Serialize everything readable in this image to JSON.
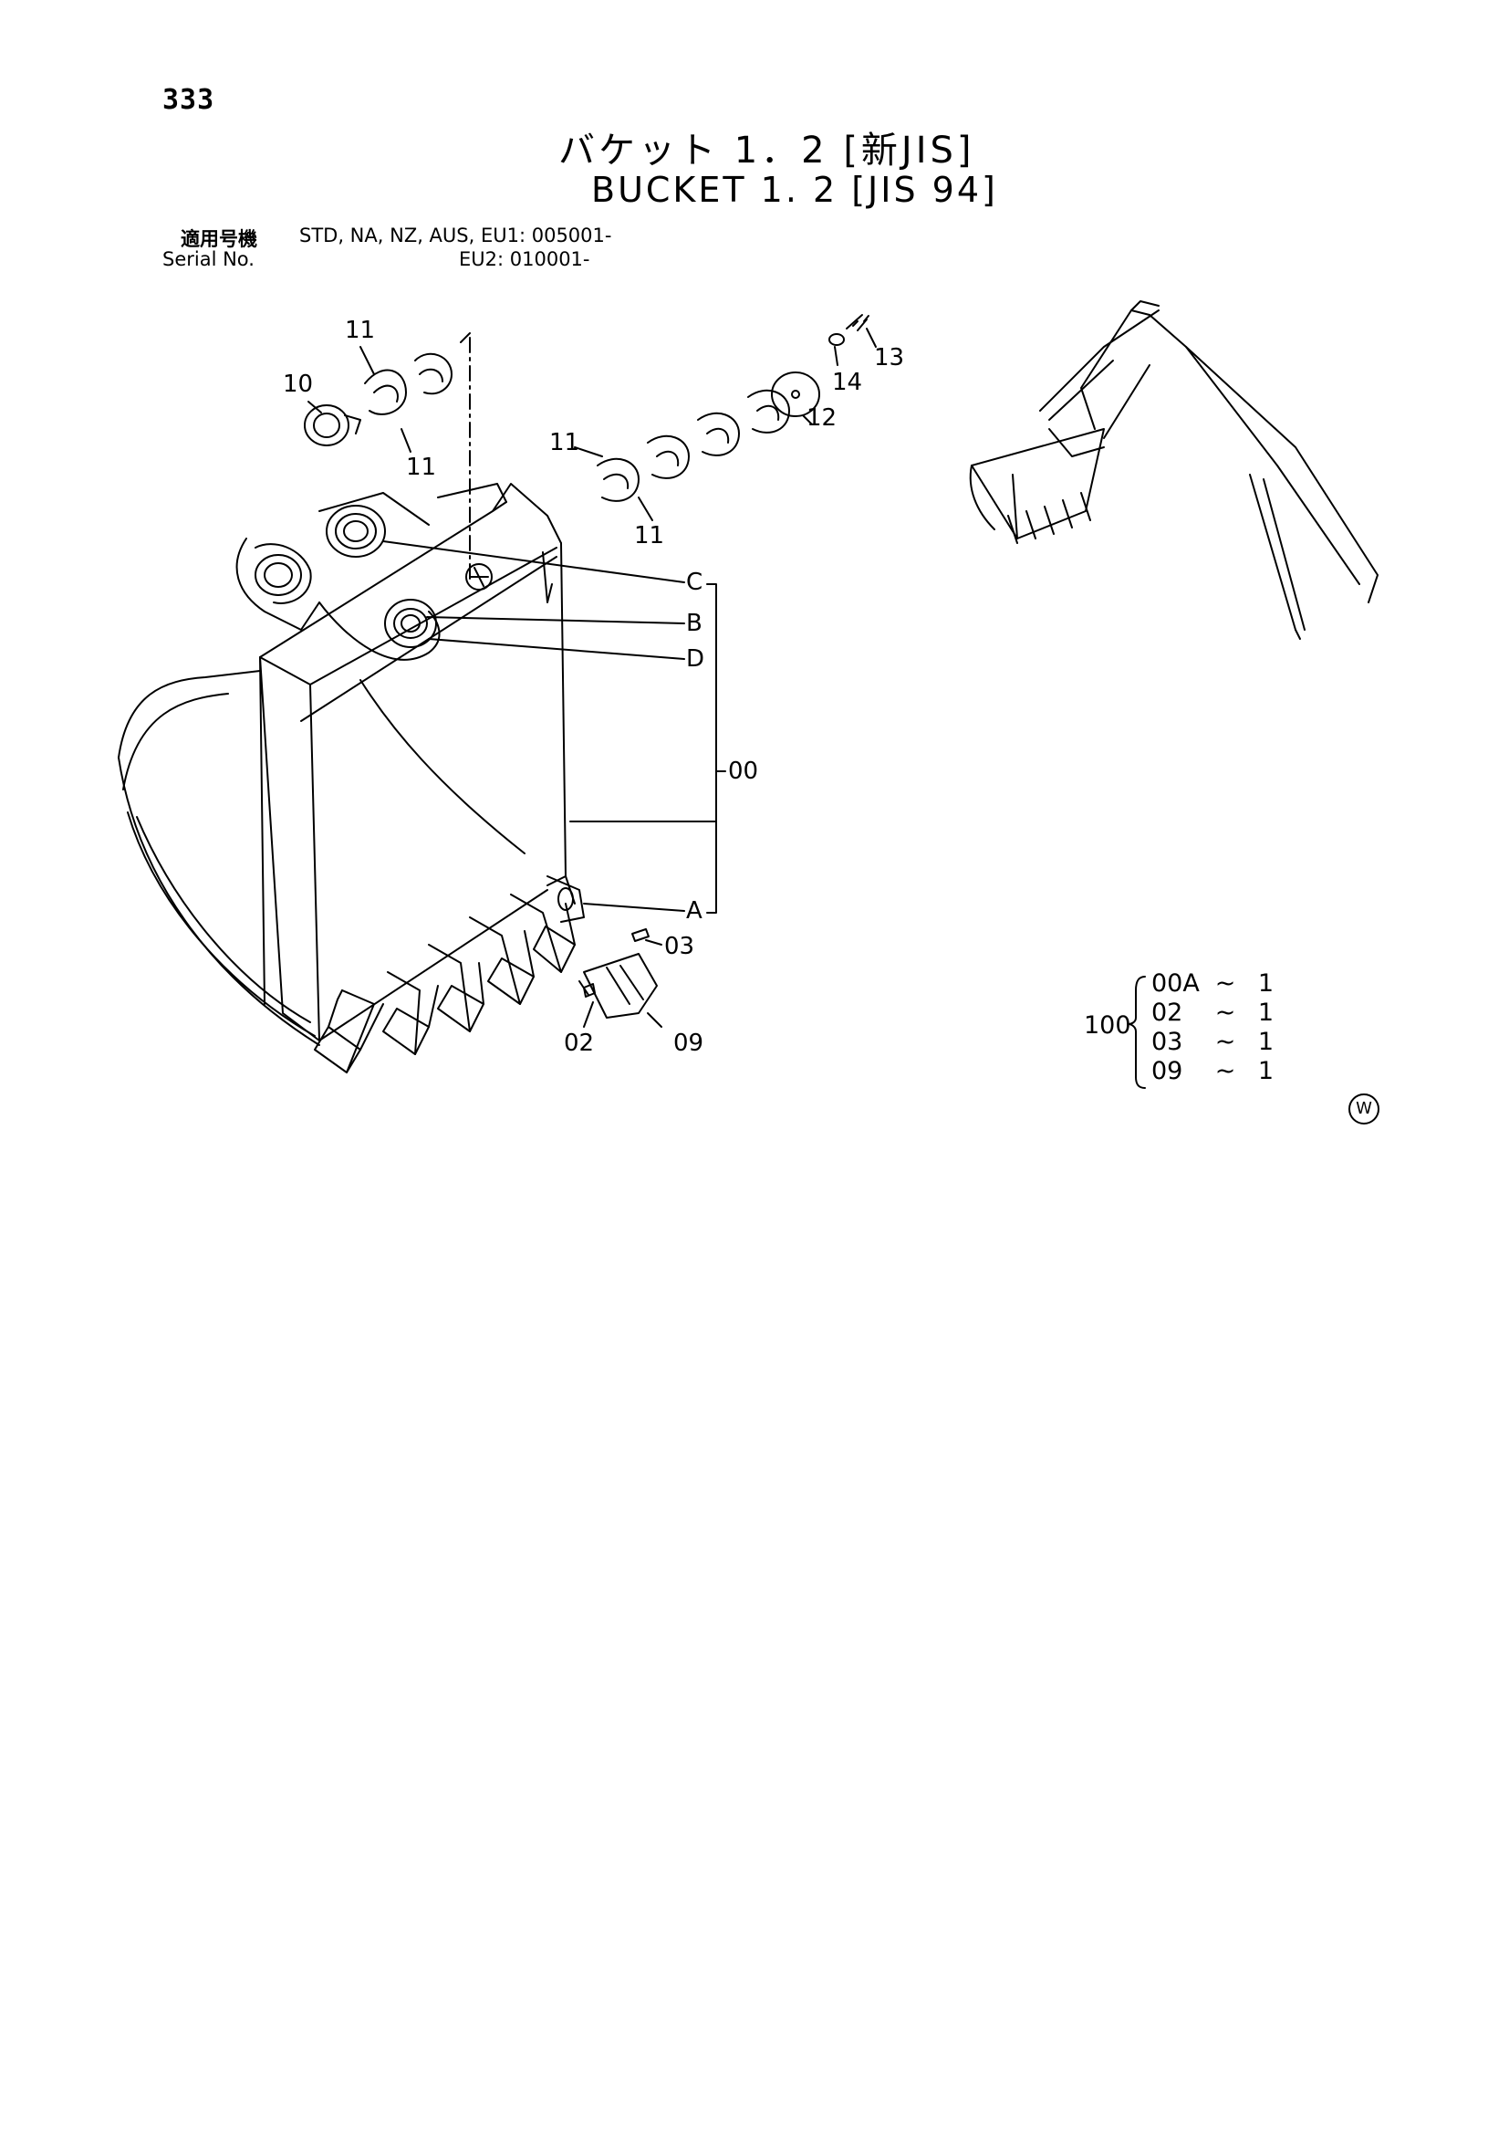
{
  "page_number": "333",
  "title_jp": "バケット 1．2 [新JIS]",
  "title_en": "BUCKET 1. 2 [JIS 94]",
  "serial": {
    "label_jp": "適用号機",
    "label_en": "Serial No.",
    "line1": "STD, NA, NZ, AUS, EU1: 005001-",
    "line2": "EU2: 010001-"
  },
  "callouts": {
    "c11a": "11",
    "c10": "10",
    "c11b": "11",
    "c11c": "11",
    "c11d": "11",
    "c12": "12",
    "c13": "13",
    "c14": "14",
    "cC": "C",
    "cB": "B",
    "cD": "D",
    "c00": "00",
    "cA": "A",
    "c03": "03",
    "c02": "02",
    "c09": "09"
  },
  "kit": {
    "number": "100",
    "rows": [
      {
        "code": "00A",
        "tilde": "~",
        "qty": "1"
      },
      {
        "code": "02",
        "tilde": "~",
        "qty": "1"
      },
      {
        "code": "03",
        "tilde": "~",
        "qty": "1"
      },
      {
        "code": "09",
        "tilde": "~",
        "qty": "1"
      }
    ]
  },
  "mark": "W"
}
